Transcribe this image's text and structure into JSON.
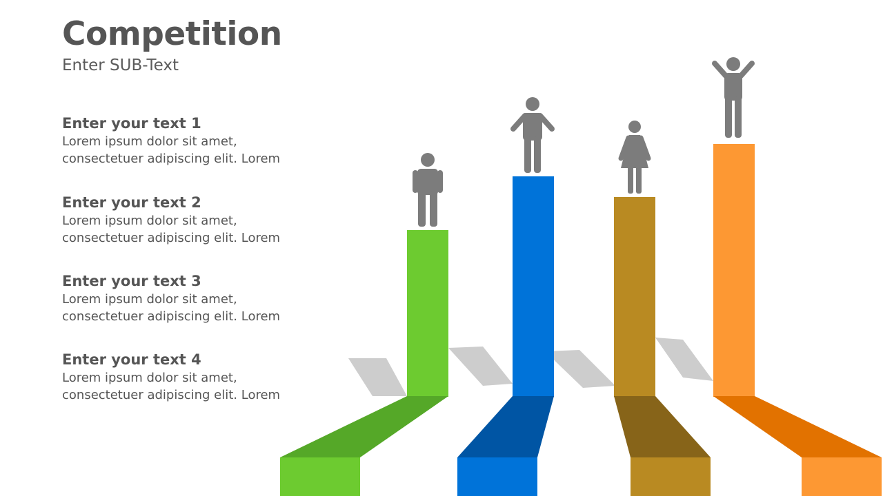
{
  "header": {
    "title": "Competition",
    "subtitle": "Enter SUB-Text"
  },
  "items": [
    {
      "heading": "Enter your text 1",
      "line1": "Lorem ipsum dolor sit amet,",
      "line2": "consectetuer adipiscing elit. Lorem"
    },
    {
      "heading": "Enter your text 2",
      "line1": "Lorem ipsum dolor sit amet,",
      "line2": "consectetuer adipiscing elit. Lorem"
    },
    {
      "heading": "Enter your text 3",
      "line1": "Lorem ipsum dolor sit amet,",
      "line2": "consectetuer adipiscing elit. Lorem"
    },
    {
      "heading": "Enter your text 4",
      "line1": "Lorem ipsum dolor sit amet,",
      "line2": "consectetuer adipiscing elit. Lorem"
    }
  ],
  "pillars": [
    {
      "color": "#6dcb30",
      "shade": "#55a828",
      "figure": "man-standing-icon"
    },
    {
      "color": "#0073d9",
      "shade": "#0055a4",
      "figure": "man-arms-out-icon"
    },
    {
      "color": "#b98a22",
      "shade": "#876419",
      "figure": "woman-icon"
    },
    {
      "color": "#fd9833",
      "shade": "#e27200",
      "figure": "man-arms-raised-icon"
    }
  ],
  "figure_color": "#7c7c7c",
  "shadow_color": "#cdcdcd"
}
